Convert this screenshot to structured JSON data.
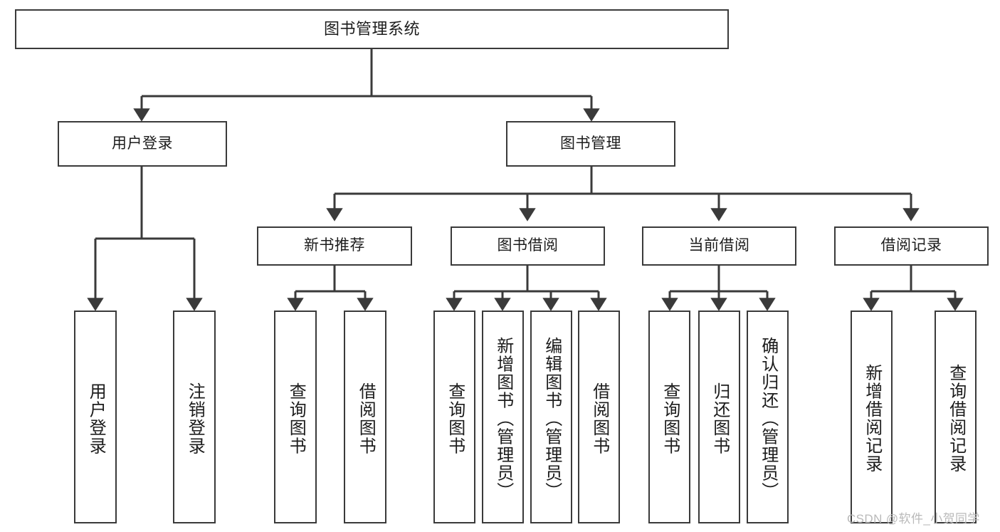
{
  "diagram": {
    "title": "图书管理系统",
    "type": "tree-hierarchy-chart",
    "root": {
      "label": "图书管理系统"
    },
    "level1": [
      {
        "label": "用户登录"
      },
      {
        "label": "图书管理"
      }
    ],
    "level2": [
      {
        "label": "新书推荐"
      },
      {
        "label": "图书借阅"
      },
      {
        "label": "当前借阅"
      },
      {
        "label": "借阅记录"
      }
    ],
    "leaves": {
      "user_login": [
        {
          "label": "用户登录"
        },
        {
          "label": "注销登录"
        }
      ],
      "new_book_recommend": [
        {
          "label": "查询图书"
        },
        {
          "label": "借阅图书"
        }
      ],
      "book_borrow": [
        {
          "label": "查询图书"
        },
        {
          "label": "新增图书（管理员）"
        },
        {
          "label": "编辑图书（管理员）"
        },
        {
          "label": "借阅图书"
        }
      ],
      "current_borrow": [
        {
          "label": "查询图书"
        },
        {
          "label": "归还图书"
        },
        {
          "label": "确认归还（管理员）"
        }
      ],
      "borrow_records": [
        {
          "label": "新增借阅记录"
        },
        {
          "label": "查询借阅记录"
        }
      ]
    }
  },
  "watermark": {
    "text": "CSDN @软件_小贺同学"
  },
  "colors": {
    "border": "#3a3a3a",
    "text": "#1c1c1c",
    "background": "#ffffff",
    "watermark": "#b9b9b9"
  }
}
